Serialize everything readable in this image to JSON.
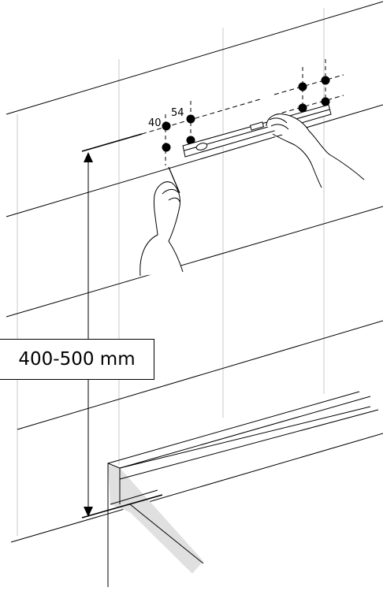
{
  "labels": {
    "height_range": "400-500 mm",
    "hole_offset_a": "40",
    "hole_offset_b": "54"
  },
  "colors": {
    "line": "#000000",
    "wall_grid": "#c8c8c8",
    "hob_shadow": "#e0e0e0"
  }
}
